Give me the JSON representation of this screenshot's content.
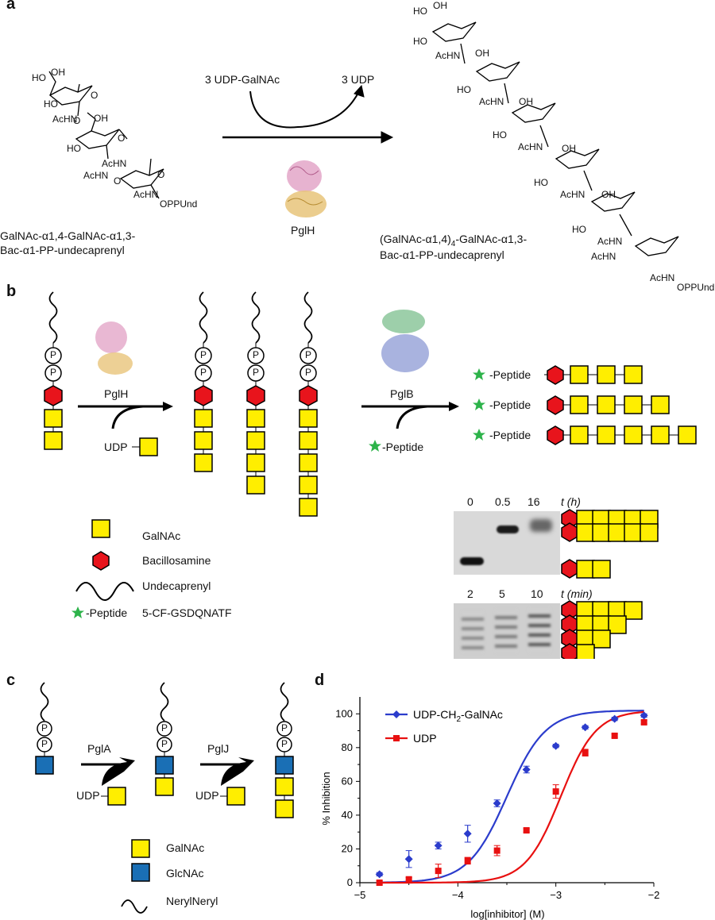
{
  "panels": {
    "a": {
      "letter": "a",
      "reagent_in": "3 UDP-GalNAc",
      "reagent_out": "3 UDP",
      "enzyme": "PglH",
      "substrate_name_line1": "GalNAc-α1,4-GalNAc-α1,3-",
      "substrate_name_line2": "Bac-α1-PP-undecaprenyl",
      "product_name_line1": "(GalNAc-α1,4)",
      "product_name_sub": "4",
      "product_name_line1b": "-GalNAc-α1,3-",
      "product_name_line2": "Bac-α1-PP-undecaprenyl",
      "atoms": {
        "ho": "HO",
        "oh": "OH",
        "achn": "AcHN",
        "o": "O",
        "oppund": "OPPUnd"
      }
    },
    "b": {
      "letter": "b",
      "enzyme1": "PglH",
      "enzyme2": "PglB",
      "udp_label": "UDP",
      "peptide_label": "-Peptide",
      "legend": [
        {
          "symbol": "galnac",
          "label": "GalNAc"
        },
        {
          "symbol": "bac",
          "label": "Bacillosamine"
        },
        {
          "symbol": "undecaprenyl",
          "label": "Undecaprenyl"
        },
        {
          "symbol": "peptide",
          "label": "-Peptide",
          "desc": "5-CF-GSDQNATF"
        }
      ],
      "phosphate": "P",
      "gel1": {
        "times": [
          "0",
          "0.5",
          "16"
        ],
        "unit": "t (h)"
      },
      "gel2": {
        "times": [
          "2",
          "5",
          "10"
        ],
        "unit": "t (min)"
      }
    },
    "c": {
      "letter": "c",
      "enzyme1": "PglA",
      "enzyme2": "PglJ",
      "udp_label": "UDP",
      "legend": [
        {
          "symbol": "galnac",
          "label": "GalNAc"
        },
        {
          "symbol": "glcnac",
          "label": "GlcNAc"
        },
        {
          "symbol": "nerylneryl",
          "label": "NerylNeryl"
        }
      ]
    },
    "d": {
      "letter": "d"
    }
  },
  "colors": {
    "galnac": "#ffee00",
    "bac": "#e8141c",
    "glcnac": "#1a6fb5",
    "star": "#2db34a",
    "blue": "#2b3ccc",
    "red": "#e81010"
  },
  "chart_data": {
    "type": "scatter",
    "xlabel": "log[inhibitor] (M)",
    "ylabel": "% Inhibition",
    "xlim": [
      -5,
      -2
    ],
    "ylim": [
      0,
      110
    ],
    "xticks": [
      "−5",
      "−4",
      "−3",
      "−2"
    ],
    "yticks": [
      "0",
      "20",
      "40",
      "60",
      "80",
      "100"
    ],
    "legend_position": "top-left",
    "series": [
      {
        "name": "UDP-CH2-GalNAc",
        "name_main": "UDP-CH",
        "name_sub": "2",
        "name_end": "-GalNAc",
        "color": "#2b3ccc",
        "marker": "diamond",
        "x": [
          -4.8,
          -4.5,
          -4.2,
          -3.9,
          -3.6,
          -3.3,
          -3.0,
          -2.7,
          -2.4,
          -2.1
        ],
        "y": [
          5,
          14,
          22,
          29,
          47,
          67,
          81,
          92,
          97,
          99
        ],
        "err": [
          1,
          5,
          2,
          5,
          2,
          2,
          1,
          1,
          1,
          1
        ],
        "fit_ec50": -3.5,
        "fit_hill": 1.0
      },
      {
        "name": "UDP",
        "color": "#e81010",
        "marker": "square",
        "x": [
          -4.8,
          -4.5,
          -4.2,
          -3.9,
          -3.6,
          -3.3,
          -3.0,
          -2.7,
          -2.4,
          -2.1
        ],
        "y": [
          0,
          2,
          7,
          13,
          19,
          31,
          54,
          77,
          87,
          95
        ],
        "err": [
          1,
          1,
          4,
          2,
          3,
          1,
          4,
          2,
          1,
          1
        ],
        "fit_ec50": -2.95,
        "fit_hill": 1.1
      }
    ]
  }
}
